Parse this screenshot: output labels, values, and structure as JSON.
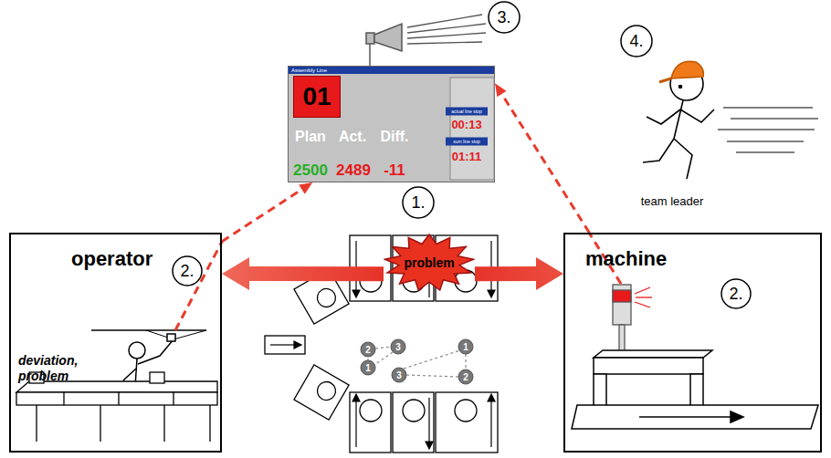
{
  "diagram": {
    "nodes": [
      {
        "text": [
          "Assembly Line"
        ]
      },
      {
        "text": [
          "01"
        ],
        "in": 0
      },
      {
        "text": [
          "operator",
          "deviation, problem"
        ]
      },
      {
        "text": [
          "problem"
        ]
      },
      {
        "text": [
          "machine"
        ]
      }
    ],
    "edges": [
      {
        "from": 2,
        "to": 0,
        "arrow": "to"
      },
      {
        "from": 4,
        "to": 0,
        "arrow": "to"
      },
      {
        "from": 3,
        "to": 2,
        "arrow": "to"
      },
      {
        "from": 3,
        "to": 4,
        "arrow": "to"
      }
    ],
    "labels": [
      "3.",
      "4.",
      "Plan",
      "Act.",
      "Diff.",
      "actual line stop",
      "00:13",
      "sum line stop",
      "01:11",
      "2500",
      "2489",
      "-11",
      "team leader",
      "1.",
      "2.",
      "2",
      "3",
      "1",
      "1",
      "3",
      "2",
      "2."
    ]
  }
}
